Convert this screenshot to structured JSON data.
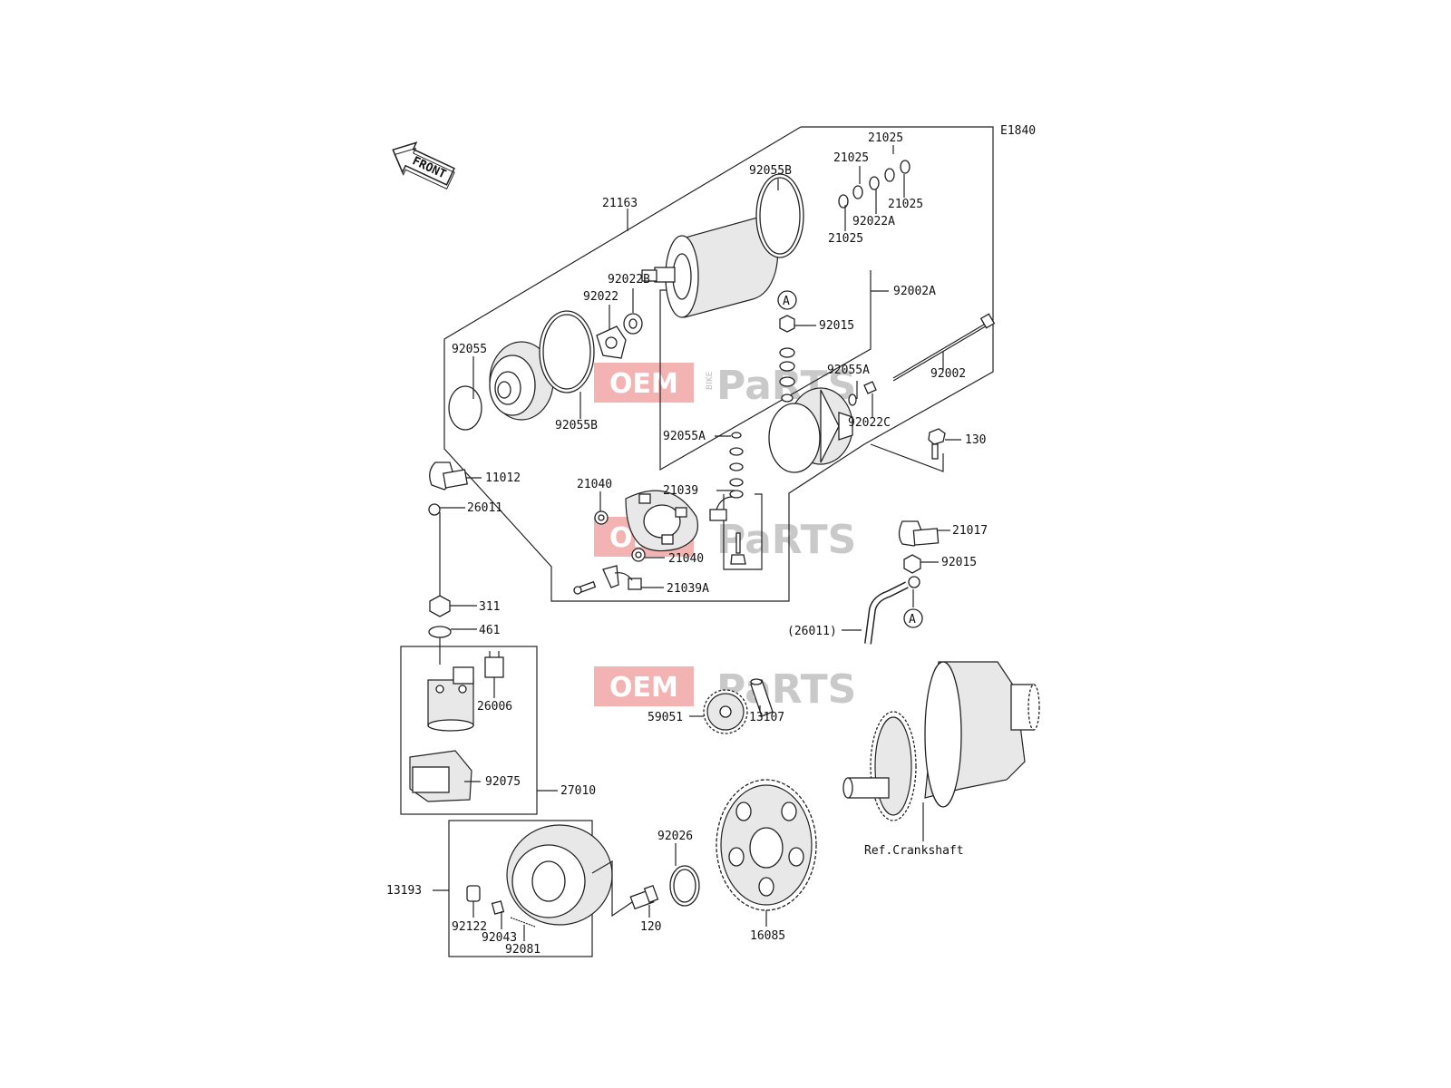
{
  "diagram_code": "E1840",
  "front_label": "FRONT",
  "ref_crankshaft": "Ref.Crankshaft",
  "marker": "A",
  "watermark": {
    "oem": "OEM",
    "bike": "BIKE",
    "parts": "PaRTS"
  },
  "callouts": {
    "c21163": "21163",
    "c92055B_top": "92055B",
    "c21025_a": "21025",
    "c21025_b": "21025",
    "c21025_c": "21025",
    "c21025_d": "21025",
    "c92022A": "92022A",
    "c92002A": "92002A",
    "c92022B": "92022B",
    "c92022": "92022",
    "c92015_top": "92015",
    "c92055": "92055",
    "c92055B_bot": "92055B",
    "c92055A_right": "92055A",
    "c92002": "92002",
    "c92022C": "92022C",
    "c92055A_left": "92055A",
    "c130": "130",
    "c11012": "11012",
    "c21040_top": "21040",
    "c21039": "21039",
    "c26011": "26011",
    "c21017": "21017",
    "c92015_bot": "92015",
    "c21040_bot": "21040",
    "c21039A": "21039A",
    "c311": "311",
    "c461": "461",
    "c26011_paren": "(26011)",
    "c26006": "26006",
    "c59051": "59051",
    "c13107": "13107",
    "c92075": "92075",
    "c27010": "27010",
    "c92026": "92026",
    "c13193": "13193",
    "c120": "120",
    "c92122": "92122",
    "c92043": "92043",
    "c92081": "92081",
    "c16085": "16085"
  }
}
